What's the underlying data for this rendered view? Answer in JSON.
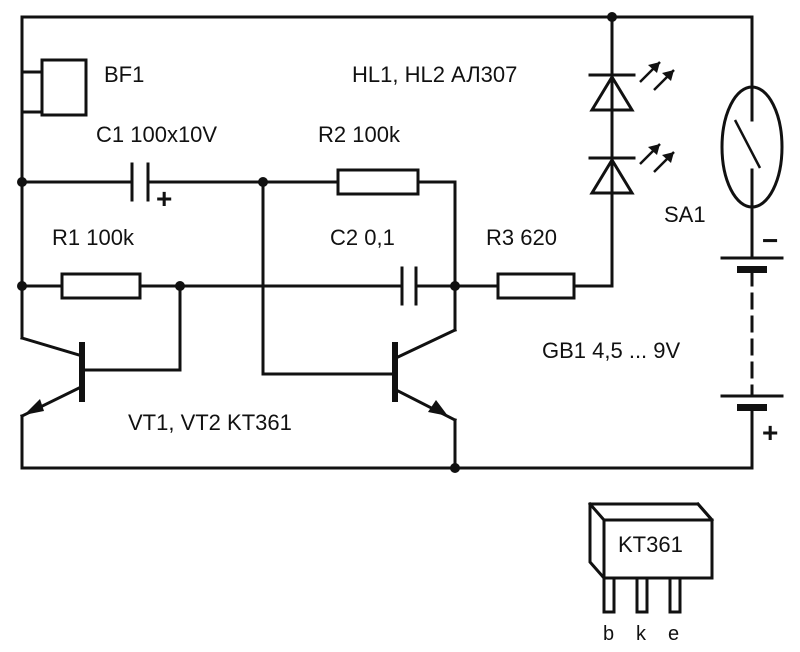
{
  "labels": {
    "bf1": "BF1",
    "leds": "HL1, HL2  АЛ307",
    "c1": "C1 100x10V",
    "r2": "R2 100k",
    "r1": "R1 100k",
    "c2": "C2 0,1",
    "r3": "R3 620",
    "sa1": "SA1",
    "gb1": "GB1  4,5 ... 9V",
    "transistors": "VT1, VT2  KT361"
  },
  "polarity": {
    "c1_plus": "+",
    "battery_minus": "−",
    "battery_plus": "+"
  },
  "package": {
    "name": "KT361",
    "pin_b": "b",
    "pin_k": "k",
    "pin_e": "e"
  }
}
